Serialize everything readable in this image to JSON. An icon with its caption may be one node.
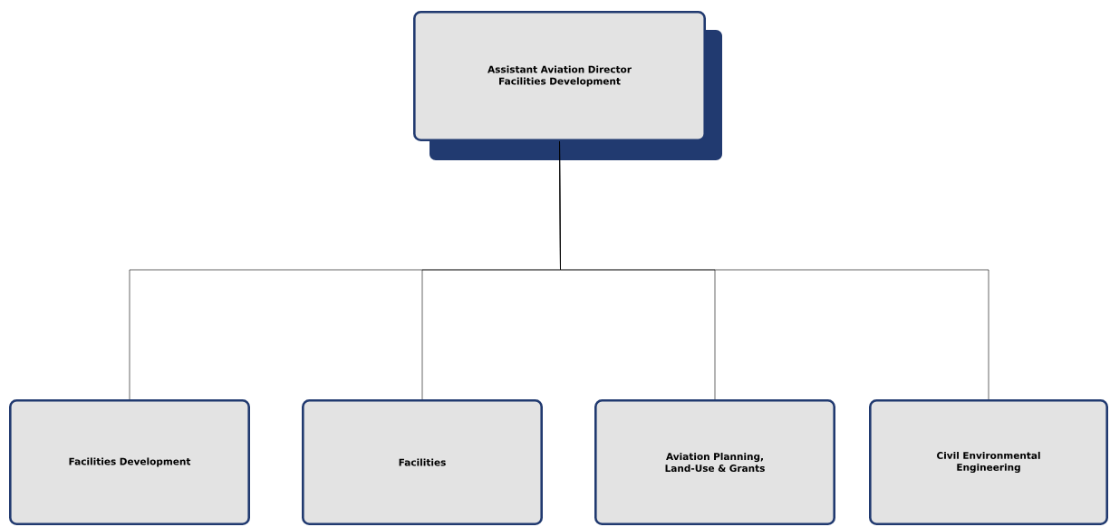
{
  "diagram": {
    "nodes": [
      {
        "text": [
          "Assistant Aviation Director Facilities Development"
        ]
      },
      {
        "text": [
          "Facilities Development"
        ]
      },
      {
        "text": [
          "Facilities"
        ]
      },
      {
        "text": [
          "Aviation Planning, Land-Use & Grants"
        ]
      },
      {
        "text": [
          "Civil Environmental Engineering"
        ]
      }
    ],
    "edges": [
      {
        "from": 0,
        "to": 1,
        "arrow": "none"
      },
      {
        "from": 0,
        "to": 2,
        "arrow": "none"
      },
      {
        "from": 0,
        "to": 3,
        "arrow": "none"
      },
      {
        "from": 0,
        "to": 4,
        "arrow": "none"
      }
    ]
  }
}
